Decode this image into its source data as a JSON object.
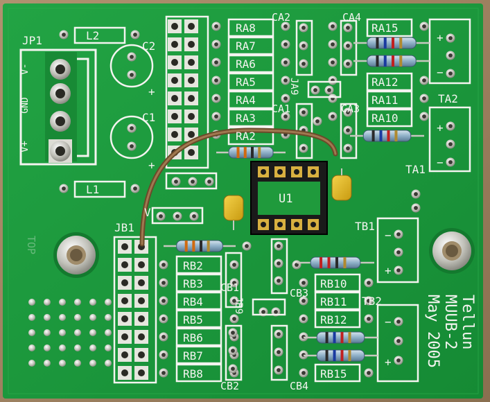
{
  "board": {
    "labels": {
      "jp1": "JP1",
      "l2": "L2",
      "l1": "L1",
      "c2": "C2",
      "c1": "C1",
      "v_minus": "V-",
      "gnd": "GND",
      "v_plus": "V+",
      "ca2": "CA2",
      "ca4": "CA4",
      "ca1": "CA1",
      "ca3": "CA3",
      "ra8": "RA8",
      "ra7": "RA7",
      "ra6": "RA6",
      "ra5": "RA5",
      "ra4": "RA4",
      "ra3": "RA3",
      "ra2": "RA2",
      "ra15": "RA15",
      "ra12": "RA12",
      "ra11": "RA11",
      "ra10": "RA10",
      "ja9": "JA9",
      "ta2": "TA2",
      "ta1": "TA1",
      "u1": "U1",
      "jb1": "JB1",
      "jb9": "JB9",
      "v": "V",
      "rb2": "RB2",
      "rb3": "RB3",
      "rb4": "RB4",
      "rb5": "RB5",
      "rb6": "RB6",
      "rb7": "RB7",
      "rb8": "RB8",
      "rb10": "RB10",
      "rb11": "RB11",
      "rb12": "RB12",
      "rb15": "RB15",
      "cb1": "CB1",
      "cb2": "CB2",
      "cb3": "CB3",
      "cb4": "CB4",
      "tb1": "TB1",
      "tb2": "TB2",
      "top": "TOP",
      "plus": "+",
      "minus": "−"
    },
    "credit": {
      "line1": "Tellun",
      "line2": "MUUB-2",
      "line3": "May 2005"
    }
  },
  "colors": {
    "board_green": "#1f9a3c",
    "silkscreen": "#f4f4f0",
    "pad_silver": "#c8c8c0",
    "wood": "#9a8060"
  }
}
